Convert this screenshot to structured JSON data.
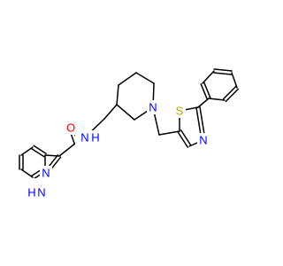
{
  "colors": {
    "bond": "#000000",
    "O": "#ff0000",
    "N": "#0000ff",
    "S": "#b8a000"
  },
  "atoms": {
    "o1": {
      "text": "O",
      "element": "O"
    },
    "n_amide": {
      "text": "N",
      "element": "N"
    },
    "h_amide": {
      "text": "H",
      "element": "N"
    },
    "n_indazole2": {
      "text": "N",
      "element": "N"
    },
    "n_indazole1": {
      "text": "N",
      "element": "N"
    },
    "h_indazole1": {
      "text": "H",
      "element": "N"
    },
    "n_piperidine": {
      "text": "N",
      "element": "N"
    },
    "s_thiazole": {
      "text": "S",
      "element": "S"
    },
    "n_thiazole": {
      "text": "N",
      "element": "N"
    }
  }
}
